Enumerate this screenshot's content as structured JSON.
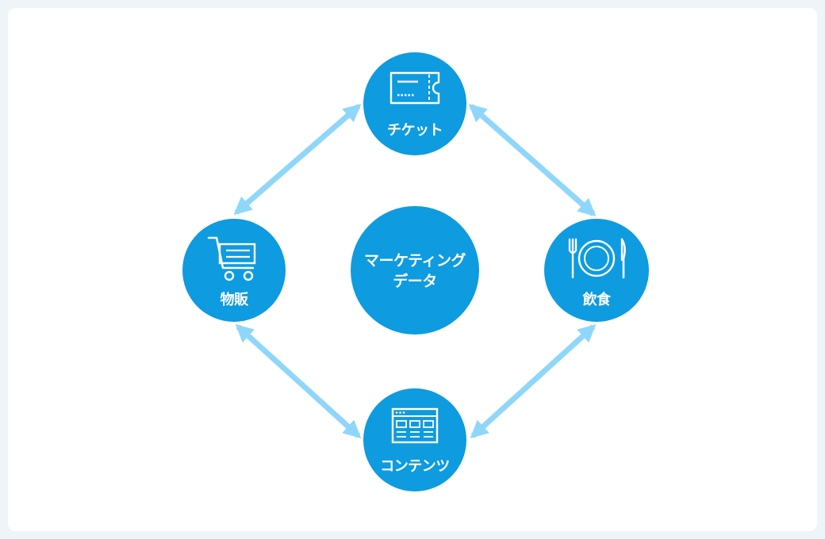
{
  "diagram": {
    "center": {
      "line1": "マーケティング",
      "line2": "データ"
    },
    "nodes": {
      "ticket": {
        "label": "チケット",
        "icon": "ticket-icon"
      },
      "goods": {
        "label": "物販",
        "icon": "shopping-cart-icon"
      },
      "food": {
        "label": "飲食",
        "icon": "plate-cutlery-icon"
      },
      "content": {
        "label": "コンテンツ",
        "icon": "web-page-icon"
      }
    },
    "colors": {
      "node": "#0e9be0",
      "arrow": "#8fd6fb",
      "background": "#ffffff",
      "frame": "#eef4f8"
    }
  }
}
